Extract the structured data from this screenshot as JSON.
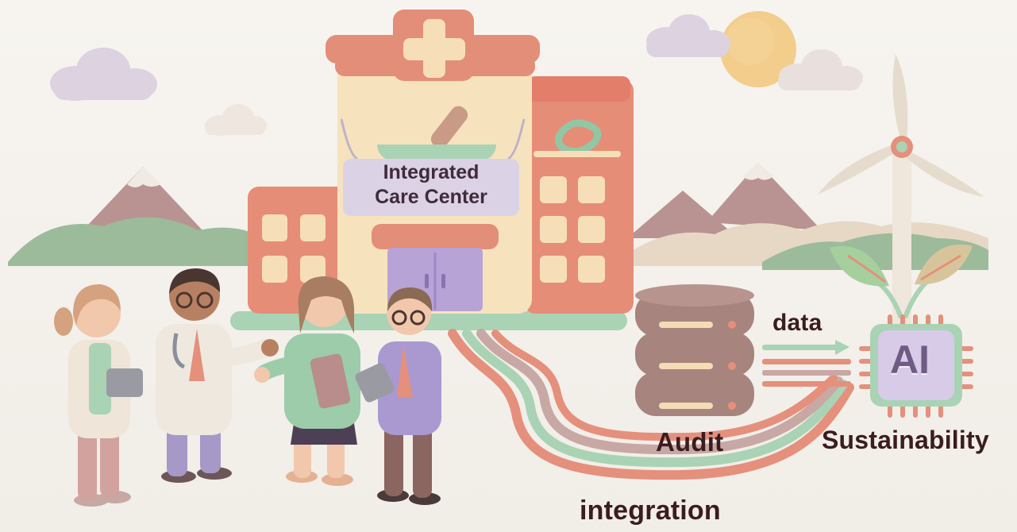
{
  "scene": {
    "sign": {
      "line1": "Integrated",
      "line2": "Care Center"
    },
    "labels": {
      "data": "data",
      "audit": "Audit",
      "sustainability": "Sustainability",
      "integration": "integration"
    },
    "chip": {
      "text": "AI"
    },
    "colors": {
      "background": "#f5f2ee",
      "salmon": "#e38e78",
      "cream": "#f6e3bd",
      "mint": "#9ccaa8",
      "mauve": "#ad8a8a",
      "lavender": "#c8b6e0",
      "label_text": "#3b1c1f"
    }
  }
}
